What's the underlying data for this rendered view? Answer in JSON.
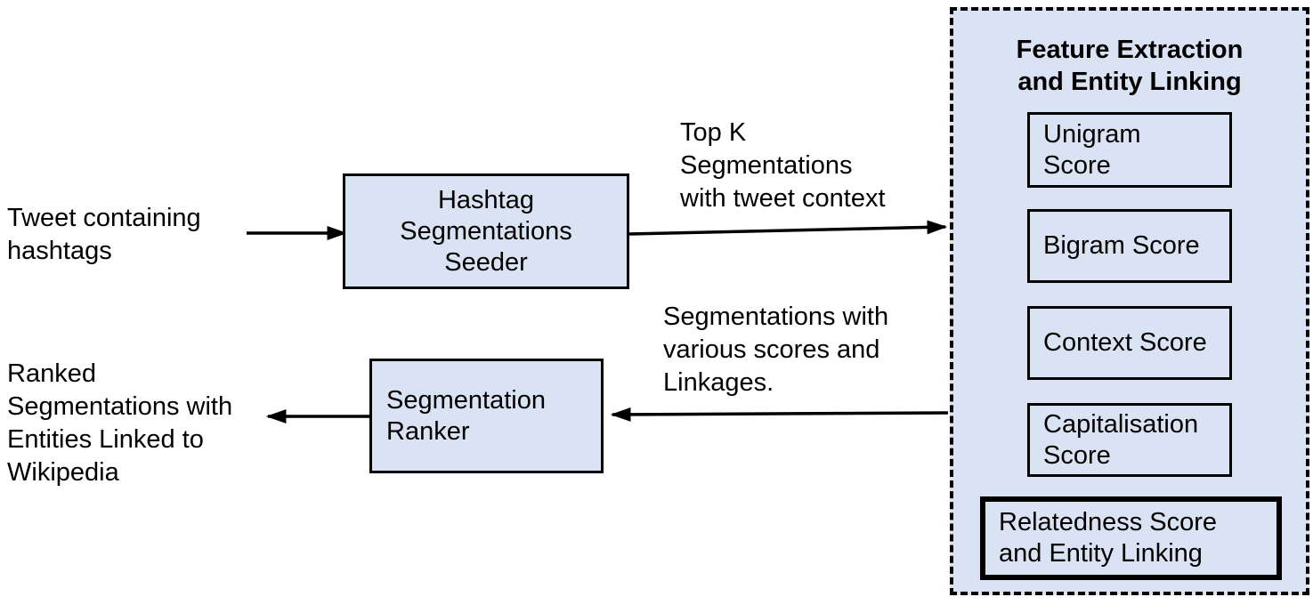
{
  "diagram": {
    "colors": {
      "node_fill": "#dae3f3",
      "stroke": "#000000",
      "background": "#ffffff"
    },
    "labels": {
      "input": "Tweet containing\nhashtags",
      "top_arrow": "Top K\nSegmentations\nwith tweet context",
      "bottom_arrow": "Segmentations with\nvarious scores and\nLinkages.",
      "output": "Ranked\nSegmentations with\nEntities Linked to\nWikipedia"
    },
    "nodes": {
      "seeder": "Hashtag\nSegmentations\nSeeder",
      "ranker": "Segmentation\nRanker"
    },
    "panel": {
      "title": "Feature Extraction\nand Entity Linking",
      "boxes": [
        {
          "label": "Unigram\nScore",
          "emphasis": false
        },
        {
          "label": "Bigram Score",
          "emphasis": false
        },
        {
          "label": "Context Score",
          "emphasis": false
        },
        {
          "label": "Capitalisation\nScore",
          "emphasis": false
        },
        {
          "label": "Relatedness Score\nand Entity Linking",
          "emphasis": true
        }
      ]
    }
  }
}
